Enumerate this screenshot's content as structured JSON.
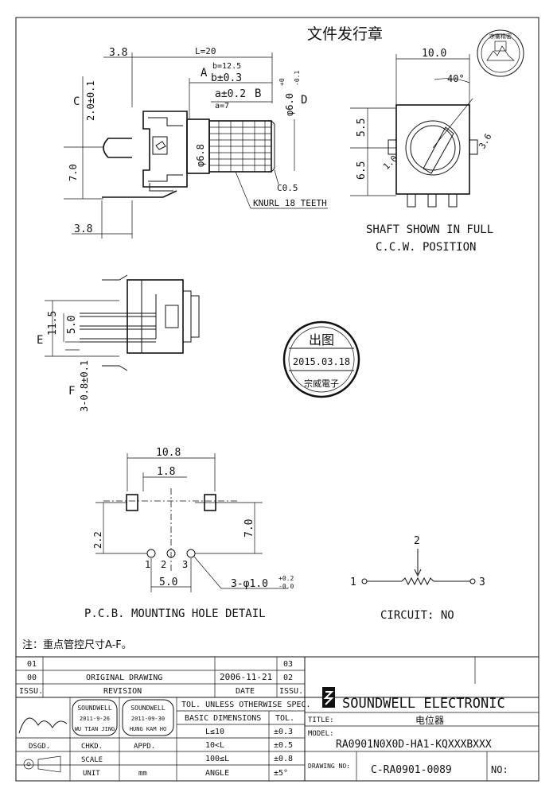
{
  "header": {
    "title": "文件发行章",
    "logo_text": "宗騫精密"
  },
  "side_view": {
    "dim_left_width": "3.8",
    "dim_L": "L=20",
    "label_A": "A",
    "b_nominal": "b=12.5",
    "b_tol": "b±0.3",
    "label_B": "B",
    "a_tol": "a±0.2",
    "a_nominal": "a=7",
    "label_C": "C",
    "dim_C": "2.0±0.1",
    "label_D": "D",
    "dim_D": "φ6.0",
    "dim_D_tol_plus": "+0",
    "dim_D_tol_minus": "-0.1",
    "dim_dia": "φ6.8",
    "dim_7": "7.0",
    "chamfer": "C0.5",
    "knurl": "KNURL 18 TEETH",
    "dim_bottom_width": "3.8"
  },
  "front_view": {
    "dim_width": "10.0",
    "dim_angle": "40°",
    "dim_55": "5.5",
    "dim_65": "6.5",
    "dim_10": "1.0",
    "dim_36": "3.6",
    "note_line1": "SHAFT SHOWN IN FULL",
    "note_line2": "C.C.W. POSITION"
  },
  "top_view": {
    "label_E": "E",
    "dim_E": "11.5",
    "dim_50": "5.0",
    "label_F": "F",
    "dim_F": "3-0.8±0.1"
  },
  "stamp": {
    "top": "出图",
    "date": "2015.03.18",
    "bottom": "宗威電子"
  },
  "pcb": {
    "dim_108": "10.8",
    "dim_18": "1.8",
    "dim_22": "2.2",
    "dim_70": "7.0",
    "dim_50": "5.0",
    "pin1": "1",
    "pin2": "2",
    "pin3": "3",
    "hole_spec": "3-φ1.0",
    "hole_tol_plus": "+0.2",
    "hole_tol_minus": "-0.0",
    "caption": "P.C.B. MOUNTING HOLE DETAIL"
  },
  "circuit": {
    "pin1": "1",
    "pin2": "2",
    "pin3": "3",
    "caption": "CIRCUIT: NO"
  },
  "note": "注：重点管控尺寸A-F。",
  "title_block": {
    "rev_01": "01",
    "rev_00": "00",
    "rev_issu": "ISSU.",
    "rev_00_desc": "ORIGINAL  DRAWING",
    "rev_00_date": "2006-11-21",
    "revision_label": "REVISION",
    "date_label": "DATE",
    "r03": "03",
    "r02": "02",
    "r_issu": "ISSU.",
    "tol_header": "TOL. UNLESS OTHERWISE SPEC.",
    "basic_dim": "BASIC DIMENSIONS",
    "tol_label": "TOL.",
    "tol_rows": [
      {
        "dim": "L≤10",
        "tol": "±0.3"
      },
      {
        "dim": "10<L",
        "tol": "±0.5"
      },
      {
        "dim": "100≤L",
        "tol": "±0.8"
      },
      {
        "dim": "ANGLE",
        "tol": "±5°"
      }
    ],
    "company": "SOUNDWELL   ELECTRONIC",
    "title_label": "TITLE:",
    "title_value": "电位器",
    "model_label": "MODEL:",
    "model_value": "RA0901N0X0D-HA1-KQXXXBXXX",
    "drawing_no_label": "DRAWING NO:",
    "drawing_no": "C-RA0901-0089",
    "no_label": "NO:",
    "dsgd": "DSGD.",
    "chkd": "CHKD.",
    "appd": "APPD.",
    "scale_label": "SCALE",
    "unit_label": "UNIT",
    "unit_value": "mm",
    "stamp_chk_name": "SOUNDWELL",
    "stamp_chk_date": "2011-9-26",
    "stamp_chk_person": "WU TIAN JING",
    "stamp_app_name": "SOUNDWELL",
    "stamp_app_date": "2011-09-30",
    "stamp_app_person": "HUNG KAM HO"
  }
}
